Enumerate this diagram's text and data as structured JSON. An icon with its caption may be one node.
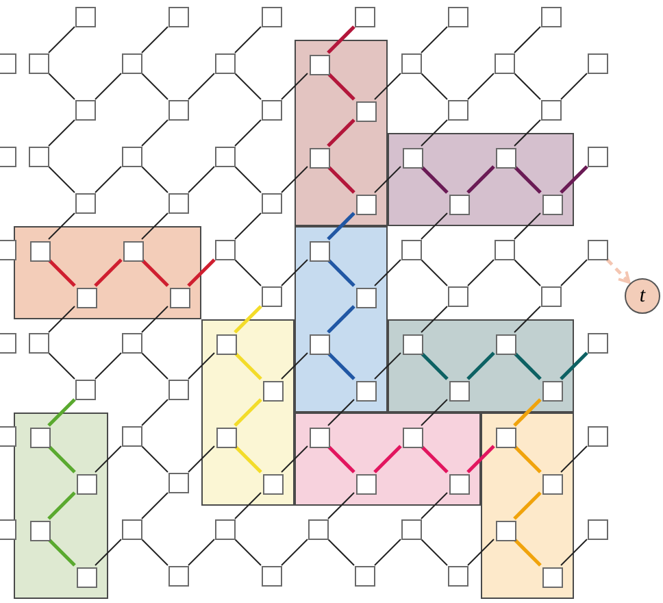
{
  "diagram": {
    "nodes": [
      {
        "text": [],
        "shape": "box"
      },
      {
        "text": [],
        "shape": "box"
      },
      {
        "text": [],
        "shape": "box"
      },
      {
        "text": [],
        "shape": "box"
      },
      {
        "text": [],
        "shape": "box"
      },
      {
        "text": [],
        "shape": "box"
      },
      {
        "text": [],
        "shape": "box"
      },
      {
        "text": [],
        "shape": "box"
      },
      {
        "text": [],
        "shape": "box"
      },
      {
        "text": [],
        "shape": "box"
      },
      {
        "text": [],
        "shape": "box"
      },
      {
        "text": [],
        "shape": "box"
      },
      {
        "text": [],
        "shape": "box"
      },
      {
        "text": [],
        "shape": "box"
      },
      {
        "text": [],
        "shape": "box"
      },
      {
        "text": [],
        "shape": "box"
      },
      {
        "text": [],
        "shape": "box"
      },
      {
        "text": [],
        "shape": "box"
      },
      {
        "text": [],
        "shape": "box"
      },
      {
        "text": [],
        "shape": "box",
        "in": 0
      },
      {
        "text": [],
        "shape": "box"
      },
      {
        "text": [],
        "shape": "box"
      },
      {
        "text": [],
        "shape": "box"
      },
      {
        "text": [],
        "shape": "box"
      },
      {
        "text": [],
        "shape": "box"
      },
      {
        "text": [],
        "shape": "box"
      },
      {
        "text": [],
        "shape": "box",
        "in": 0
      },
      {
        "text": [],
        "shape": "box"
      },
      {
        "text": [],
        "shape": "box"
      },
      {
        "text": [],
        "shape": "box"
      },
      {
        "text": [],
        "shape": "box"
      },
      {
        "text": [],
        "shape": "box"
      },
      {
        "text": [],
        "shape": "box"
      },
      {
        "text": [],
        "shape": "box",
        "in": 0
      },
      {
        "text": [],
        "shape": "box",
        "in": 1
      },
      {
        "text": [],
        "shape": "box",
        "in": 1
      },
      {
        "text": [],
        "shape": "box"
      },
      {
        "text": [],
        "shape": "box"
      },
      {
        "text": [],
        "shape": "box"
      },
      {
        "text": [],
        "shape": "box"
      },
      {
        "text": [],
        "shape": "box",
        "in": 0
      },
      {
        "text": [],
        "shape": "box",
        "in": 1
      },
      {
        "text": [],
        "shape": "box",
        "in": 1
      },
      {
        "text": [],
        "shape": "box"
      },
      {
        "text": [],
        "shape": "box",
        "in": 2
      },
      {
        "text": [],
        "shape": "box",
        "in": 2
      },
      {
        "text": [],
        "shape": "box"
      },
      {
        "text": [],
        "shape": "box",
        "in": 3
      },
      {
        "text": [],
        "shape": "box"
      },
      {
        "text": [],
        "shape": "box"
      },
      {
        "text": [],
        "shape": "box"
      },
      {
        "text": [],
        "shape": "box",
        "in": 2
      },
      {
        "text": [],
        "shape": "box",
        "in": 2
      },
      {
        "text": [],
        "shape": "box"
      },
      {
        "text": [],
        "shape": "box",
        "in": 3
      },
      {
        "text": [],
        "shape": "box"
      },
      {
        "text": [],
        "shape": "box"
      },
      {
        "text": [],
        "shape": "box"
      },
      {
        "text": [],
        "shape": "box"
      },
      {
        "text": [],
        "shape": "box"
      },
      {
        "text": [],
        "shape": "box",
        "in": 4
      },
      {
        "text": [],
        "shape": "box",
        "in": 3
      },
      {
        "text": [],
        "shape": "box",
        "in": 5
      },
      {
        "text": [],
        "shape": "box",
        "in": 5
      },
      {
        "text": [],
        "shape": "box"
      },
      {
        "text": [],
        "shape": "box"
      },
      {
        "text": [],
        "shape": "box"
      },
      {
        "text": [],
        "shape": "box",
        "in": 4
      },
      {
        "text": [],
        "shape": "box",
        "in": 3
      },
      {
        "text": [],
        "shape": "box",
        "in": 5
      },
      {
        "text": [],
        "shape": "box",
        "in": 5
      },
      {
        "text": [],
        "shape": "box"
      },
      {
        "text": [],
        "shape": "box",
        "in": 8
      },
      {
        "text": [],
        "shape": "box"
      },
      {
        "text": [],
        "shape": "box",
        "in": 4
      },
      {
        "text": [],
        "shape": "box",
        "in": 6
      },
      {
        "text": [],
        "shape": "box",
        "in": 6
      },
      {
        "text": [],
        "shape": "box",
        "in": 7
      },
      {
        "text": [],
        "shape": "box"
      },
      {
        "text": [],
        "shape": "box",
        "in": 8
      },
      {
        "text": [],
        "shape": "box"
      },
      {
        "text": [],
        "shape": "box",
        "in": 4
      },
      {
        "text": [],
        "shape": "box",
        "in": 6
      },
      {
        "text": [],
        "shape": "box",
        "in": 6
      },
      {
        "text": [],
        "shape": "box",
        "in": 7
      },
      {
        "text": [],
        "shape": "box"
      },
      {
        "text": [],
        "shape": "box",
        "in": 8
      },
      {
        "text": [],
        "shape": "box"
      },
      {
        "text": [],
        "shape": "box"
      },
      {
        "text": [],
        "shape": "box"
      },
      {
        "text": [],
        "shape": "box"
      },
      {
        "text": [],
        "shape": "box",
        "in": 7
      },
      {
        "text": [],
        "shape": "box"
      },
      {
        "text": [],
        "shape": "box",
        "in": 8
      },
      {
        "text": [],
        "shape": "box"
      },
      {
        "text": [],
        "shape": "box"
      },
      {
        "text": [],
        "shape": "box"
      },
      {
        "text": [],
        "shape": "box"
      },
      {
        "text": [],
        "shape": "box",
        "in": 7
      },
      {
        "text": [
          "t"
        ]
      }
    ],
    "edges": [
      {
        "from": 16,
        "to": 9,
        "arrow": "none"
      },
      {
        "from": 16,
        "to": 23,
        "arrow": "none"
      },
      {
        "from": 17,
        "to": 10,
        "arrow": "none"
      },
      {
        "from": 17,
        "to": 24,
        "arrow": "none"
      },
      {
        "from": 17,
        "to": 23,
        "arrow": "none"
      },
      {
        "from": 18,
        "to": 11,
        "arrow": "none"
      },
      {
        "from": 18,
        "to": 25,
        "arrow": "none"
      },
      {
        "from": 18,
        "to": 24,
        "arrow": "none"
      },
      {
        "from": 19,
        "to": 12,
        "arrow": "none",
        "style": "thick",
        "color": "#b3173b"
      },
      {
        "from": 19,
        "to": 26,
        "arrow": "none",
        "style": "thick",
        "color": "#b3173b"
      },
      {
        "from": 19,
        "to": 25,
        "arrow": "none"
      },
      {
        "from": 20,
        "to": 13,
        "arrow": "none"
      },
      {
        "from": 20,
        "to": 27,
        "arrow": "none"
      },
      {
        "from": 20,
        "to": 26,
        "arrow": "none"
      },
      {
        "from": 21,
        "to": 14,
        "arrow": "none"
      },
      {
        "from": 21,
        "to": 28,
        "arrow": "none"
      },
      {
        "from": 21,
        "to": 27,
        "arrow": "none"
      },
      {
        "from": 22,
        "to": 28,
        "arrow": "none"
      },
      {
        "from": 30,
        "to": 23,
        "arrow": "none"
      },
      {
        "from": 30,
        "to": 37,
        "arrow": "none"
      },
      {
        "from": 31,
        "to": 24,
        "arrow": "none"
      },
      {
        "from": 31,
        "to": 38,
        "arrow": "none"
      },
      {
        "from": 31,
        "to": 37,
        "arrow": "none"
      },
      {
        "from": 32,
        "to": 25,
        "arrow": "none"
      },
      {
        "from": 32,
        "to": 39,
        "arrow": "none"
      },
      {
        "from": 32,
        "to": 38,
        "arrow": "none"
      },
      {
        "from": 33,
        "to": 26,
        "arrow": "none",
        "style": "thick",
        "color": "#b3173b"
      },
      {
        "from": 33,
        "to": 40,
        "arrow": "none",
        "style": "thick",
        "color": "#b3173b"
      },
      {
        "from": 33,
        "to": 39,
        "arrow": "none"
      },
      {
        "from": 34,
        "to": 27,
        "arrow": "none"
      },
      {
        "from": 34,
        "to": 41,
        "arrow": "none",
        "style": "thick",
        "color": "#6a1b55"
      },
      {
        "from": 34,
        "to": 40,
        "arrow": "none"
      },
      {
        "from": 35,
        "to": 28,
        "arrow": "none"
      },
      {
        "from": 35,
        "to": 42,
        "arrow": "none",
        "style": "thick",
        "color": "#6a1b55"
      },
      {
        "from": 35,
        "to": 41,
        "arrow": "none",
        "style": "thick",
        "color": "#6a1b55"
      },
      {
        "from": 36,
        "to": 42,
        "arrow": "none",
        "style": "thick",
        "color": "#6a1b55"
      },
      {
        "from": 44,
        "to": 37,
        "arrow": "none"
      },
      {
        "from": 44,
        "to": 51,
        "arrow": "none",
        "style": "thick",
        "color": "#cf1f30"
      },
      {
        "from": 45,
        "to": 38,
        "arrow": "none"
      },
      {
        "from": 45,
        "to": 52,
        "arrow": "none",
        "style": "thick",
        "color": "#cf1f30"
      },
      {
        "from": 45,
        "to": 51,
        "arrow": "none",
        "style": "thick",
        "color": "#cf1f30"
      },
      {
        "from": 46,
        "to": 39,
        "arrow": "none"
      },
      {
        "from": 46,
        "to": 53,
        "arrow": "none"
      },
      {
        "from": 46,
        "to": 52,
        "arrow": "none",
        "style": "thick",
        "color": "#cf1f30"
      },
      {
        "from": 47,
        "to": 40,
        "arrow": "none",
        "style": "thick",
        "color": "#2157a4"
      },
      {
        "from": 47,
        "to": 54,
        "arrow": "none",
        "style": "thick",
        "color": "#2157a4"
      },
      {
        "from": 47,
        "to": 53,
        "arrow": "none"
      },
      {
        "from": 48,
        "to": 41,
        "arrow": "none"
      },
      {
        "from": 48,
        "to": 55,
        "arrow": "none"
      },
      {
        "from": 48,
        "to": 54,
        "arrow": "none"
      },
      {
        "from": 49,
        "to": 42,
        "arrow": "none"
      },
      {
        "from": 49,
        "to": 56,
        "arrow": "none"
      },
      {
        "from": 49,
        "to": 55,
        "arrow": "none"
      },
      {
        "from": 50,
        "to": 56,
        "arrow": "none"
      },
      {
        "from": 50,
        "to": 99,
        "arrow": "to",
        "style": "dashed",
        "color": "#f4c6b2"
      },
      {
        "from": 58,
        "to": 51,
        "arrow": "none"
      },
      {
        "from": 58,
        "to": 65,
        "arrow": "none"
      },
      {
        "from": 59,
        "to": 52,
        "arrow": "none"
      },
      {
        "from": 59,
        "to": 66,
        "arrow": "none"
      },
      {
        "from": 59,
        "to": 65,
        "arrow": "none"
      },
      {
        "from": 60,
        "to": 53,
        "arrow": "none",
        "style": "thick",
        "color": "#f3dc2a"
      },
      {
        "from": 60,
        "to": 67,
        "arrow": "none",
        "style": "thick",
        "color": "#f3dc2a"
      },
      {
        "from": 60,
        "to": 66,
        "arrow": "none"
      },
      {
        "from": 61,
        "to": 54,
        "arrow": "none",
        "style": "thick",
        "color": "#2157a4"
      },
      {
        "from": 61,
        "to": 68,
        "arrow": "none",
        "style": "thick",
        "color": "#2157a4"
      },
      {
        "from": 61,
        "to": 67,
        "arrow": "none"
      },
      {
        "from": 62,
        "to": 55,
        "arrow": "none"
      },
      {
        "from": 62,
        "to": 69,
        "arrow": "none",
        "style": "thick",
        "color": "#0d6163"
      },
      {
        "from": 62,
        "to": 68,
        "arrow": "none"
      },
      {
        "from": 63,
        "to": 56,
        "arrow": "none"
      },
      {
        "from": 63,
        "to": 70,
        "arrow": "none",
        "style": "thick",
        "color": "#0d6163"
      },
      {
        "from": 63,
        "to": 69,
        "arrow": "none",
        "style": "thick",
        "color": "#0d6163"
      },
      {
        "from": 64,
        "to": 70,
        "arrow": "none",
        "style": "thick",
        "color": "#0d6163"
      },
      {
        "from": 72,
        "to": 65,
        "arrow": "none",
        "style": "thick",
        "color": "#5aa92f"
      },
      {
        "from": 72,
        "to": 79,
        "arrow": "none",
        "style": "thick",
        "color": "#5aa92f"
      },
      {
        "from": 73,
        "to": 66,
        "arrow": "none"
      },
      {
        "from": 73,
        "to": 80,
        "arrow": "none"
      },
      {
        "from": 73,
        "to": 79,
        "arrow": "none"
      },
      {
        "from": 74,
        "to": 67,
        "arrow": "none",
        "style": "thick",
        "color": "#f3dc2a"
      },
      {
        "from": 74,
        "to": 81,
        "arrow": "none",
        "style": "thick",
        "color": "#f3dc2a"
      },
      {
        "from": 74,
        "to": 80,
        "arrow": "none"
      },
      {
        "from": 75,
        "to": 68,
        "arrow": "none"
      },
      {
        "from": 75,
        "to": 82,
        "arrow": "none",
        "style": "thick",
        "color": "#e2165f"
      },
      {
        "from": 75,
        "to": 81,
        "arrow": "none"
      },
      {
        "from": 76,
        "to": 69,
        "arrow": "none"
      },
      {
        "from": 76,
        "to": 83,
        "arrow": "none",
        "style": "thick",
        "color": "#e2165f"
      },
      {
        "from": 76,
        "to": 82,
        "arrow": "none",
        "style": "thick",
        "color": "#e2165f"
      },
      {
        "from": 77,
        "to": 70,
        "arrow": "none",
        "style": "thick",
        "color": "#f0a30c"
      },
      {
        "from": 77,
        "to": 84,
        "arrow": "none",
        "style": "thick",
        "color": "#f0a30c"
      },
      {
        "from": 77,
        "to": 83,
        "arrow": "none",
        "style": "thick",
        "color": "#e2165f"
      },
      {
        "from": 78,
        "to": 84,
        "arrow": "none"
      },
      {
        "from": 86,
        "to": 79,
        "arrow": "none",
        "style": "thick",
        "color": "#5aa92f"
      },
      {
        "from": 86,
        "to": 93,
        "arrow": "none",
        "style": "thick",
        "color": "#5aa92f"
      },
      {
        "from": 87,
        "to": 80,
        "arrow": "none"
      },
      {
        "from": 87,
        "to": 94,
        "arrow": "none"
      },
      {
        "from": 87,
        "to": 93,
        "arrow": "none"
      },
      {
        "from": 88,
        "to": 81,
        "arrow": "none"
      },
      {
        "from": 88,
        "to": 95,
        "arrow": "none"
      },
      {
        "from": 88,
        "to": 94,
        "arrow": "none"
      },
      {
        "from": 89,
        "to": 82,
        "arrow": "none"
      },
      {
        "from": 89,
        "to": 96,
        "arrow": "none"
      },
      {
        "from": 89,
        "to": 95,
        "arrow": "none"
      },
      {
        "from": 90,
        "to": 83,
        "arrow": "none"
      },
      {
        "from": 90,
        "to": 97,
        "arrow": "none"
      },
      {
        "from": 90,
        "to": 96,
        "arrow": "none"
      },
      {
        "from": 91,
        "to": 84,
        "arrow": "none",
        "style": "thick",
        "color": "#f0a30c"
      },
      {
        "from": 91,
        "to": 98,
        "arrow": "none",
        "style": "thick",
        "color": "#f0a30c"
      },
      {
        "from": 91,
        "to": 97,
        "arrow": "none"
      },
      {
        "from": 92,
        "to": 98,
        "arrow": "none"
      }
    ]
  }
}
